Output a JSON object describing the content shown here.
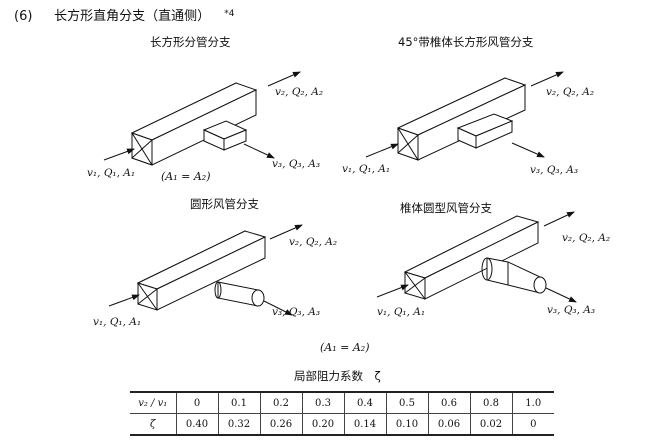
{
  "header": {
    "number": "(6)",
    "title": "长方形直角分支（直通侧）",
    "note": "*4"
  },
  "figures": [
    {
      "caption": "长方形分管分支",
      "labels": {
        "upstream": "v₁, Q₁, A₁",
        "straight": "v₂, Q₂, A₂",
        "branch": "v₃, Q₃, A₃"
      }
    },
    {
      "caption": "45°带椎体长方形风管分支",
      "labels": {
        "upstream": "v₁, Q₁, A₁",
        "straight": "v₂, Q₂, A₂",
        "branch": "v₃, Q₃, A₃"
      }
    },
    {
      "caption": "圆形风管分支",
      "labels": {
        "upstream": "v₁, Q₁, A₁",
        "straight": "v₂, Q₂, A₂",
        "branch": "v₃, Q₃, A₃"
      }
    },
    {
      "caption": "椎体圆型风管分支",
      "labels": {
        "upstream": "v₁, Q₁, A₁",
        "straight": "v₂, Q₂, A₂",
        "branch": "v₃, Q₃, A₃"
      }
    }
  ],
  "equation_top": "(A₁ = A₂)",
  "equation_bottom": "(A₁ = A₂)",
  "table": {
    "title": "局部阻力系数　ζ",
    "row1_header": "v₂ / v₁",
    "row1": [
      "0",
      "0.1",
      "0.2",
      "0.3",
      "0.4",
      "0.5",
      "0.6",
      "0.8",
      "1.0"
    ],
    "row2_header": "ζ",
    "row2": [
      "0.40",
      "0.32",
      "0.26",
      "0.20",
      "0.14",
      "0.10",
      "0.06",
      "0.02",
      "0"
    ]
  }
}
